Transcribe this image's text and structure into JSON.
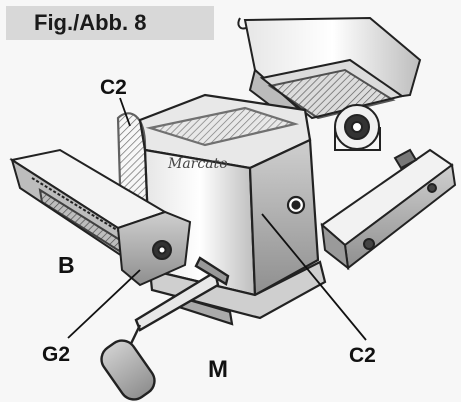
{
  "figure": {
    "label": "Fig./Abb. 8"
  },
  "callouts": {
    "c2_top": "C2",
    "b": "B",
    "g2": "G2",
    "m": "M",
    "c2_right": "C2"
  },
  "colors": {
    "background": "#f7f7f7",
    "label_box": "#d8d8d8",
    "ink": "#111111"
  }
}
